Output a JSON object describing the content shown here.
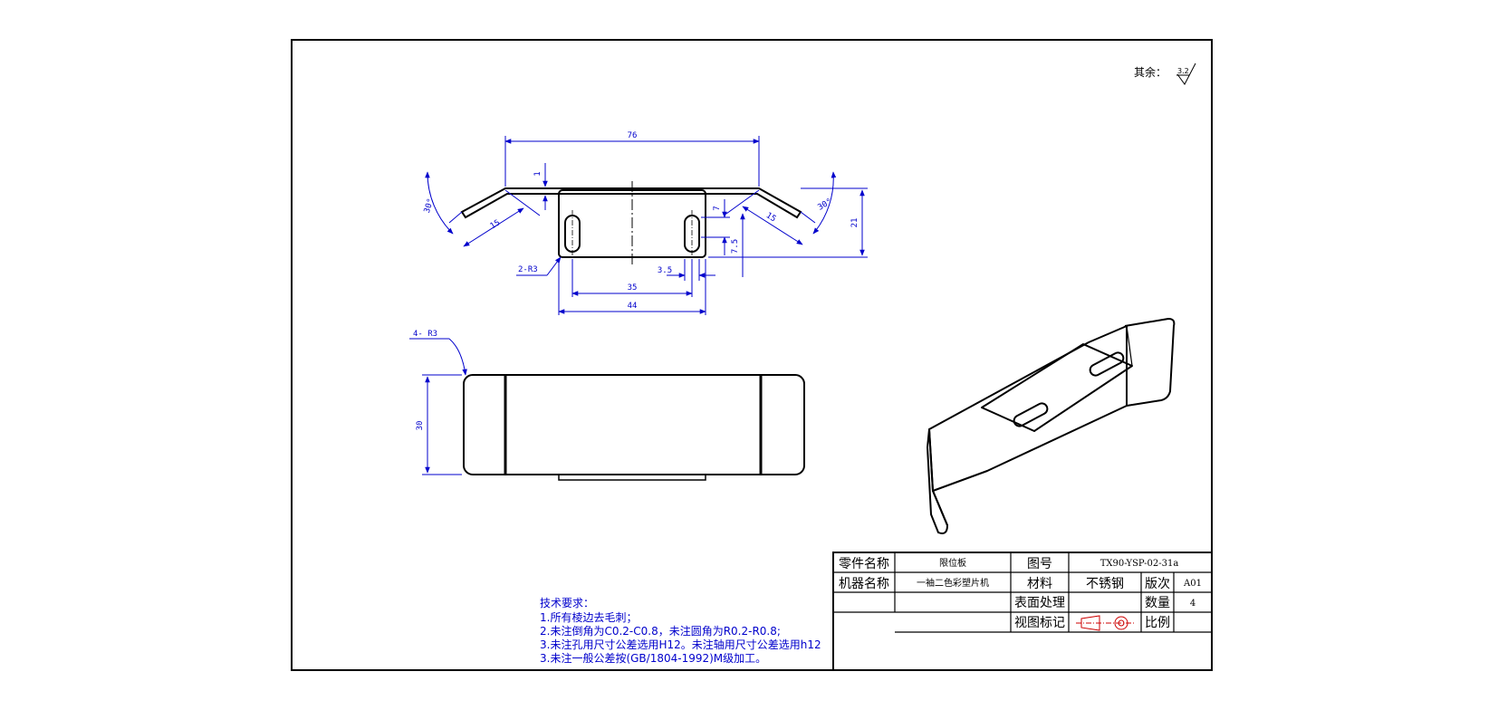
{
  "colors": {
    "outline": "#000000",
    "dimension": "#0000cc",
    "centerline": "#000000",
    "background": "#ffffff"
  },
  "surface_note": {
    "prefix": "其余：",
    "roughness": "3.2"
  },
  "dimensions": {
    "top_width": "76",
    "thickness": "1",
    "angle_left": "30°",
    "angle_right": "30°",
    "flange_left": "15",
    "flange_right": "15",
    "height": "21",
    "slot_width": "7",
    "slot_offset": "7.5",
    "slot_pitch": "35",
    "slot_margin": "3.5",
    "base_width": "44",
    "corner_radius_front": "2-R3",
    "corner_radius_plan": "4- R3",
    "plan_height": "30"
  },
  "technical_requirements": {
    "title": "技术要求：",
    "lines": [
      "1.所有棱边去毛刺；",
      "2.未注倒角为C0.2-C0.8，未注圆角为R0.2-R0.8;",
      "3.未注孔用尺寸公差选用H12。未注轴用尺寸公差选用h12",
      "3.未注一般公差按(GB/1804-1992)M级加工。"
    ]
  },
  "title_block": {
    "part_name_label": "零件名称",
    "part_name": "限位板",
    "drawing_no_label": "图号",
    "drawing_no": "TX90-YSP-02-31a",
    "machine_name_label": "机器名称",
    "machine_name": "一袖二色彩塑片机",
    "material_label": "材料",
    "material": "不锈钢",
    "revision_label": "版次",
    "revision": "A01",
    "surface_treatment_label": "表面处理",
    "quantity_label": "数量",
    "quantity": "4",
    "view_mark_label": "视图标记",
    "scale_label": "比例",
    "view_symbol": "first-angle-projection-icon"
  }
}
